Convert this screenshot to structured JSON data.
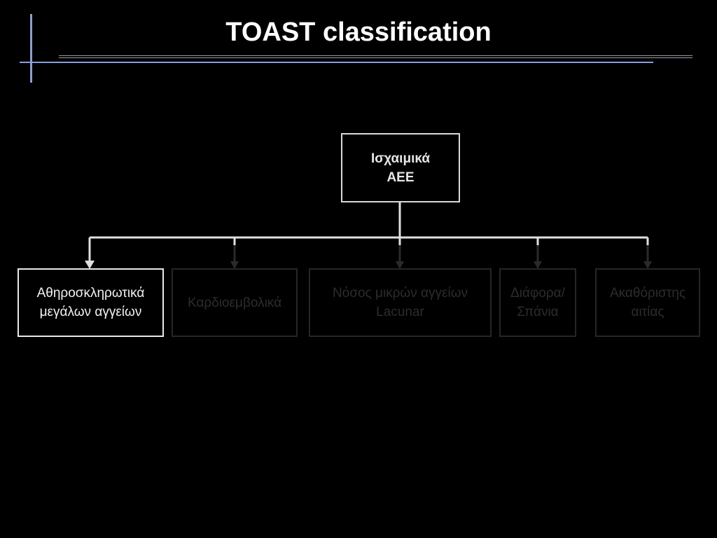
{
  "slide": {
    "title": "TOAST classification"
  },
  "diagram": {
    "root": {
      "text": "Ισχαιμικά\nΑΕΕ"
    },
    "children": [
      {
        "text": "Αθηροσκληρωτικά\nμεγάλων αγγείων",
        "state": "active"
      },
      {
        "text": "Καρδιοεμβολικά",
        "state": "dim"
      },
      {
        "text": "Νόσος μικρών αγγείων\nLacunar",
        "state": "dim"
      },
      {
        "text": "Διάφορα/\nΣπάνια",
        "state": "dim"
      },
      {
        "text": "Ακαθόριστης\nαιτίας",
        "state": "dim"
      }
    ]
  },
  "colors": {
    "background": "#000000",
    "title": "#ffffff",
    "accent_lines": "#8f9fc8",
    "active": "#e8e8e8",
    "dim": "#2a2a2a"
  }
}
